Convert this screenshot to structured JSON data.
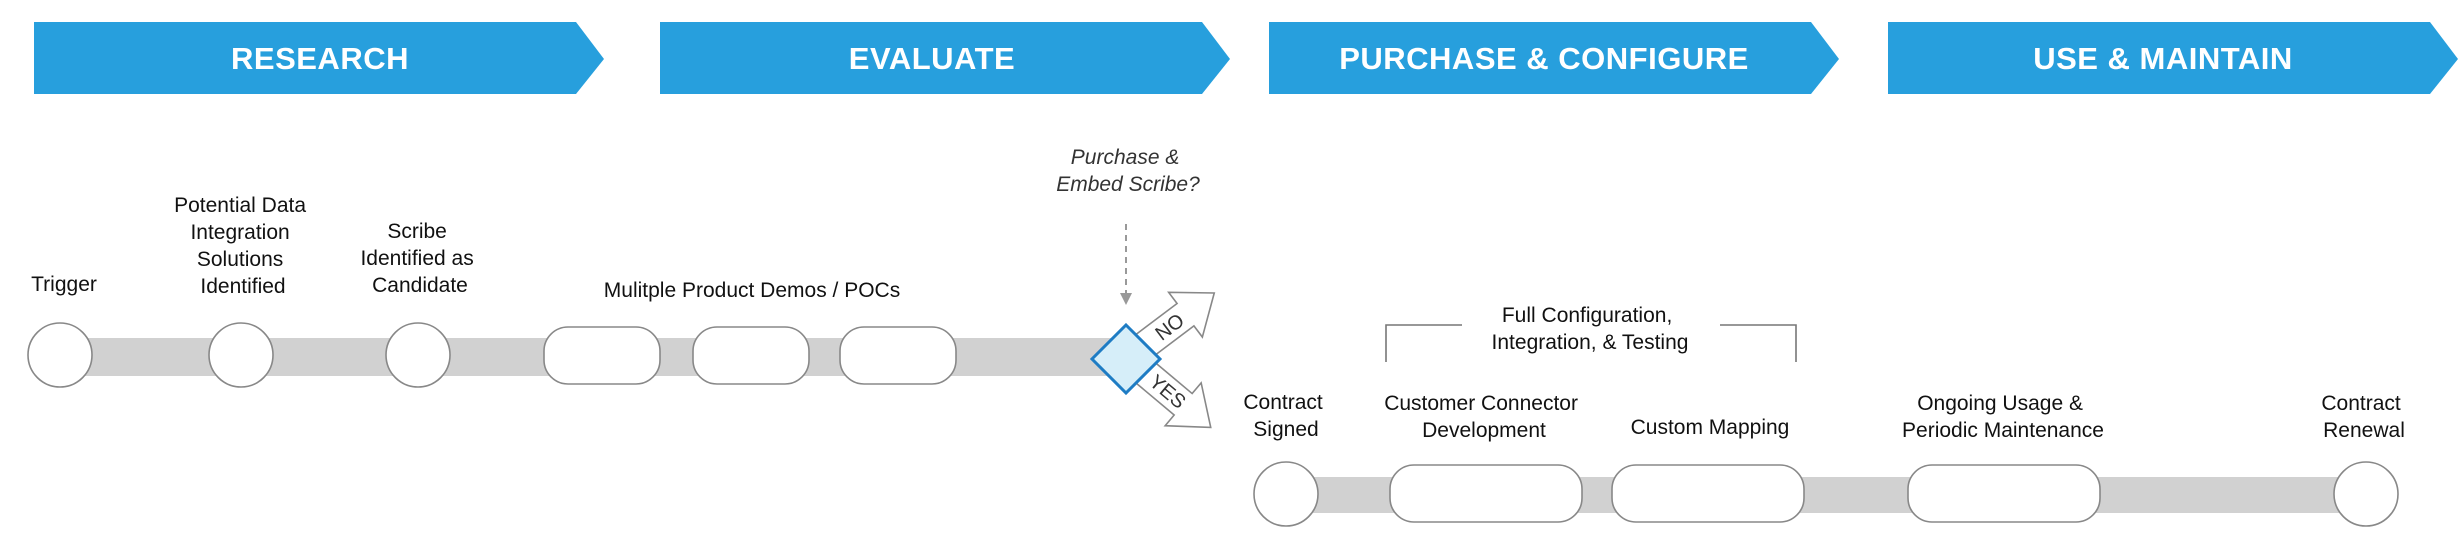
{
  "phases": [
    {
      "label": "RESEARCH"
    },
    {
      "label": "EVALUATE"
    },
    {
      "label": "PURCHASE & CONFIGURE"
    },
    {
      "label": "USE & MAINTAIN"
    }
  ],
  "top_track": {
    "steps": [
      {
        "lines": [
          "Trigger"
        ]
      },
      {
        "lines": [
          "Potential Data",
          "Integration",
          "Solutions",
          "Identified"
        ]
      },
      {
        "lines": [
          "Scribe",
          "Identified as",
          "Candidate"
        ]
      }
    ],
    "demos_label": "Mulitple Product Demos / POCs",
    "decision": {
      "question_lines": [
        "Purchase &",
        "Embed Scribe?"
      ],
      "no_label": "NO",
      "yes_label": "YES"
    }
  },
  "bottom_track": {
    "steps": [
      {
        "lines": [
          "Contract",
          "Signed"
        ]
      },
      {
        "lines": [
          "Customer Connector",
          "Development"
        ]
      },
      {
        "lines": [
          "Custom Mapping"
        ]
      },
      {
        "lines": [
          "Ongoing Usage &",
          "Periodic Maintenance"
        ]
      },
      {
        "lines": [
          "Contract",
          "Renewal"
        ]
      }
    ],
    "bracket_lines": [
      "Full Configuration,",
      "Integration, & Testing"
    ]
  },
  "colors": {
    "phase_fill": "#279fdd",
    "track": "#d1d1d1",
    "decision_fill": "#d6eef9",
    "decision_stroke": "#1e7cc4"
  }
}
